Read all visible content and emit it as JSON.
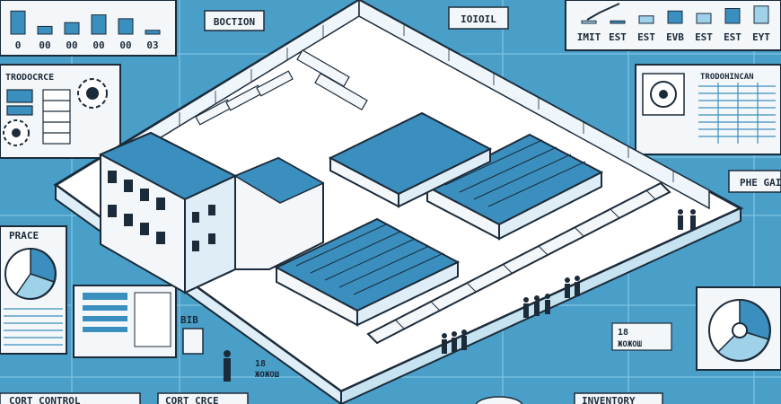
{
  "colors": {
    "background": "#4a9fc8",
    "panel": "#f4f7f9",
    "ink": "#1c2b3a",
    "accent_blue": "#3a8fbf",
    "floor": "#ffffff",
    "line": "#7cc3e3"
  },
  "labels": {
    "top_left_tag": "BOCTION",
    "top_mid_tag": "IOIOIL",
    "production_panel": "TRODOCRCE",
    "price_panel": "PRACE",
    "right_table_title": "TRODOHINCAN",
    "right_edge": "PHE GAI",
    "mid_left_number": "BIB",
    "small_figure_a": "18",
    "small_figure_b": "ЖОЖОШ",
    "right_small_a": "18",
    "right_small_b": "ЖОЖОШ",
    "bottom_left": "CORT CONTROL",
    "bottom_mid": "CORT CRCE",
    "bottom_right": "INVENTORY"
  },
  "top_right_chart": {
    "ticks": [
      "IMIT",
      "EST",
      "EST",
      "EVB",
      "EST",
      "EST",
      "EYT"
    ],
    "values": [
      1,
      1,
      3,
      5,
      4,
      6,
      7
    ],
    "ylim": [
      0,
      8
    ]
  },
  "top_left_chart": {
    "ticks": [
      "0",
      "00",
      "00",
      "00",
      "00",
      "03"
    ],
    "values": [
      6,
      2,
      3,
      5,
      4,
      1
    ]
  }
}
